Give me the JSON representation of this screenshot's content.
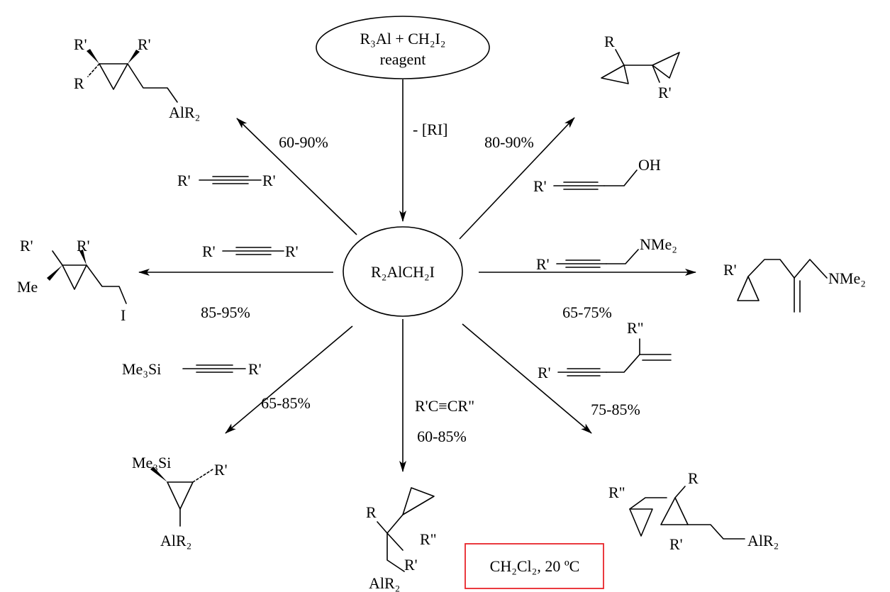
{
  "reagent": {
    "line1": "R₃Al + CH₂I₂",
    "line2": "reagent",
    "loss": "- [RI]"
  },
  "center": {
    "label": "R₂AlCH₂I"
  },
  "conditions": {
    "label": "CH₂Cl₂, 20 ºC",
    "box_color": "#e8242a"
  },
  "routes": [
    {
      "id": "upper-left",
      "yield": "60-90%",
      "substrate": {
        "left": "R'",
        "right": "R'"
      },
      "product": {
        "r1": "R'",
        "r2": "R'",
        "r3": "R",
        "tail": "AlR₂"
      }
    },
    {
      "id": "left",
      "yield": "85-95%",
      "substrate": {
        "left": "R'",
        "right": "R'"
      },
      "product": {
        "r1": "R'",
        "r2": "R'",
        "r3": "Me",
        "tail": "I"
      }
    },
    {
      "id": "lower-left",
      "yield": "65-85%",
      "substrate": {
        "left": "Me₃Si",
        "right": "R'"
      },
      "product": {
        "r1": "Me₃Si",
        "r2": "R'",
        "r3": "AlR₂"
      }
    },
    {
      "id": "bottom",
      "yield": "60-85%",
      "substrate": {
        "text": "R'C≡CR\""
      },
      "product": {
        "r1": "R",
        "r2": "R\"",
        "r3": "R'",
        "tail": "AlR₂"
      }
    },
    {
      "id": "lower-right",
      "yield": "75-85%",
      "substrate": {
        "left": "R'",
        "top": "R\""
      },
      "product": {
        "r1": "R\"",
        "r2": "R",
        "r3": "R'",
        "tail": "AlR₂"
      }
    },
    {
      "id": "right",
      "yield": "65-75%",
      "substrate": {
        "left": "R'",
        "right": "NMe₂"
      },
      "product": {
        "r1": "R'",
        "r2": "NMe₂"
      }
    },
    {
      "id": "upper-right",
      "yield": "80-90%",
      "substrate": {
        "left": "R'",
        "right": "OH"
      },
      "product": {
        "r1": "R",
        "r2": "R'"
      }
    }
  ]
}
